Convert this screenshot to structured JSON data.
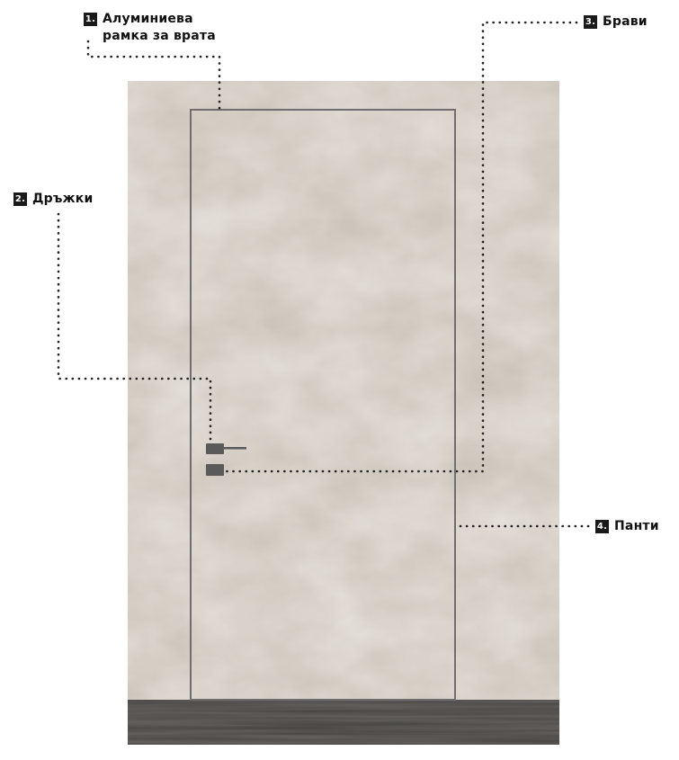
{
  "colors": {
    "wall": "#cdc5bb",
    "door_frame": "#6e6e6e",
    "floor": "#4a4745",
    "dots": "#222222",
    "handle": "#5a5a5a"
  },
  "callouts": [
    {
      "id": "frame",
      "number": "1.",
      "text": "Алуминиева\nрамка за врата"
    },
    {
      "id": "handles",
      "number": "2.",
      "text": "Дръжки"
    },
    {
      "id": "locks",
      "number": "3.",
      "text": "Брави"
    },
    {
      "id": "hinges",
      "number": "4.",
      "text": "Панти"
    }
  ]
}
